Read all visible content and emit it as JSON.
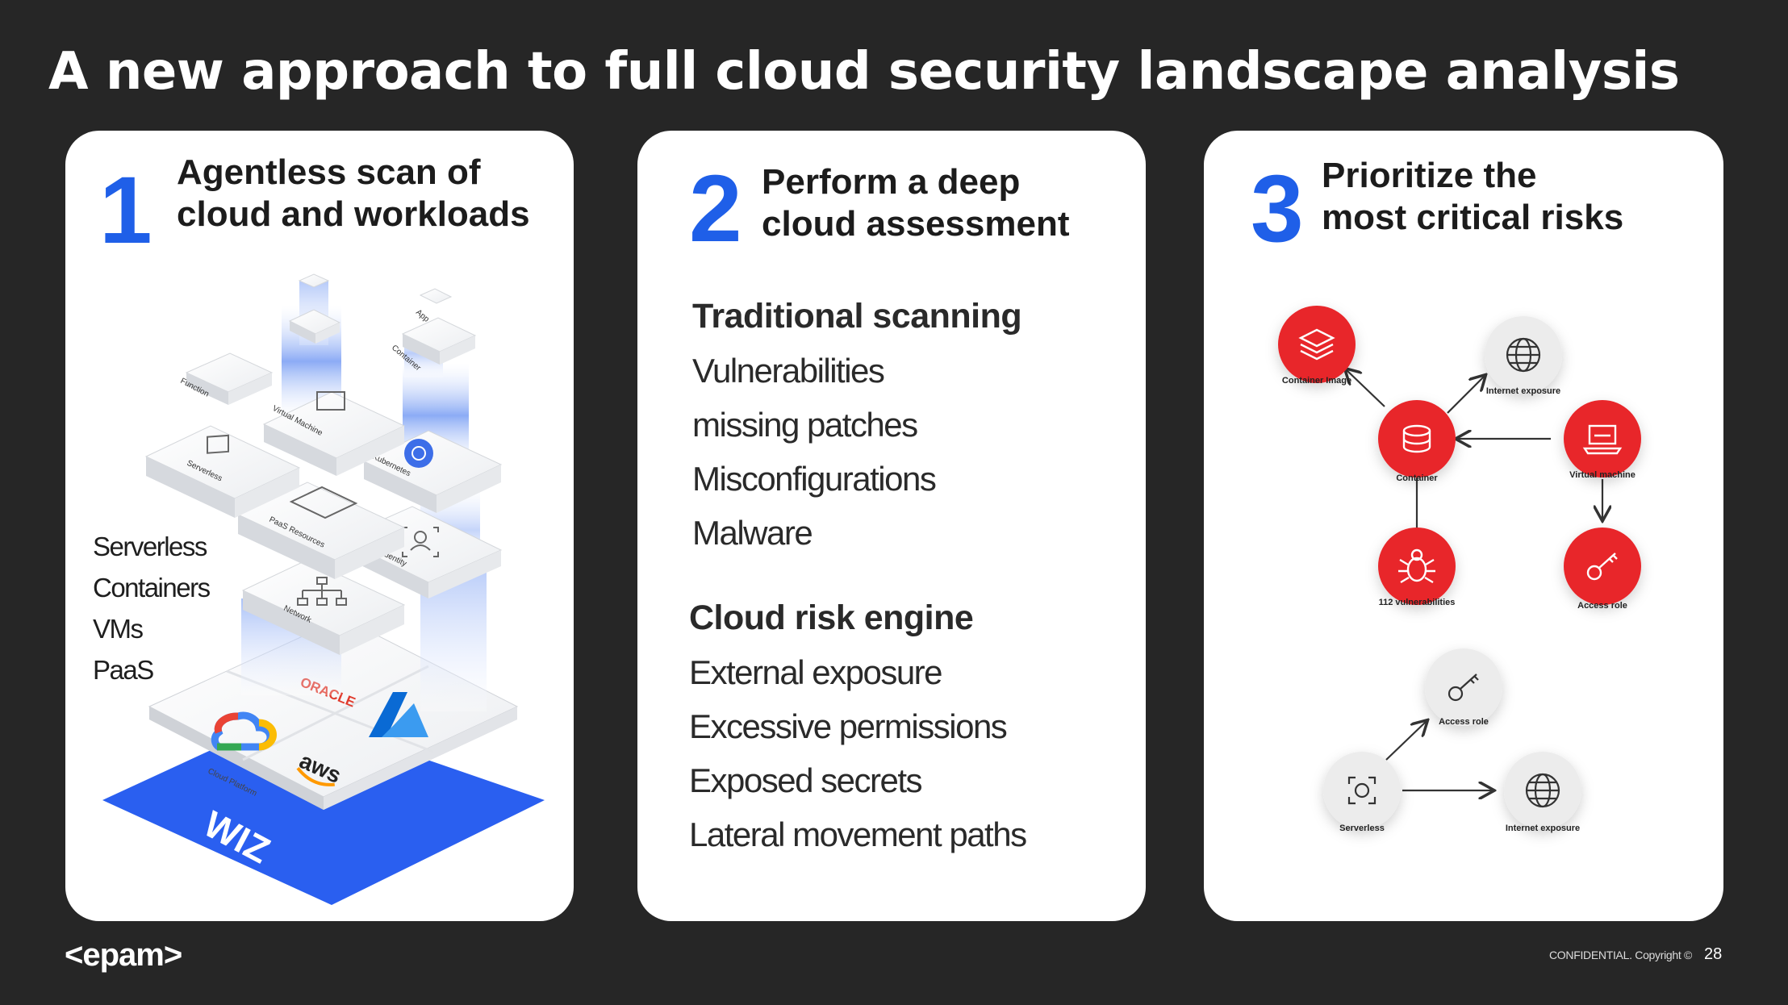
{
  "title": "A new approach to full cloud security landscape analysis",
  "cards": [
    {
      "number": "1",
      "heading_line1": "Agentless scan of",
      "heading_line2": "cloud and workloads",
      "list": [
        "Serverless",
        "Containers",
        "VMs",
        "PaaS"
      ],
      "illustration": {
        "labels": [
          "App",
          "Container",
          "Function",
          "Virtual Machine",
          "Kubernetes",
          "Serverless",
          "PaaS Resources",
          "Identity",
          "Network",
          "ORACLE",
          "aws",
          "Cloud Platform",
          "WIZ"
        ],
        "icons": [
          "gcp-icon",
          "azure-icon"
        ],
        "accent": "#2a5ff0"
      }
    },
    {
      "number": "2",
      "heading_line1": "Perform a deep",
      "heading_line2": "cloud assessment",
      "section1_title": "Traditional scanning",
      "section1_items": [
        "Vulnerabilities",
        "missing patches",
        "Misconfigurations",
        "Malware"
      ],
      "section2_title": "Cloud risk engine",
      "section2_items": [
        "External exposure",
        "Excessive permissions",
        "Exposed secrets",
        "Lateral movement paths"
      ]
    },
    {
      "number": "3",
      "heading_line1": "Prioritize the",
      "heading_line2": "most critical risks",
      "graph1": {
        "nodes": [
          {
            "label": "Container Image",
            "icon": "layers-icon",
            "risk": true
          },
          {
            "label": "Internet exposure",
            "icon": "globe-icon",
            "risk": false
          },
          {
            "label": "Container",
            "icon": "database-icon",
            "risk": true
          },
          {
            "label": "Virtual machine",
            "icon": "laptop-icon",
            "risk": true
          },
          {
            "label": "112 vulnerabilities",
            "icon": "bug-icon",
            "risk": true
          },
          {
            "label": "Access role",
            "icon": "key-icon",
            "risk": true
          }
        ]
      },
      "graph2": {
        "nodes": [
          {
            "label": "Access role",
            "icon": "key-icon",
            "risk": false
          },
          {
            "label": "Serverless",
            "icon": "serverless-icon",
            "risk": false
          },
          {
            "label": "Internet exposure",
            "icon": "globe-icon",
            "risk": false
          }
        ]
      }
    }
  ],
  "colors": {
    "background": "#262626",
    "accent_blue": "#1f5fe8",
    "risk_red": "#e8262a",
    "node_grey": "#ececec"
  },
  "footer": {
    "logo": "<epam>",
    "confidential": "CONFIDENTIAL. Copyright ©",
    "page_number": "28"
  }
}
